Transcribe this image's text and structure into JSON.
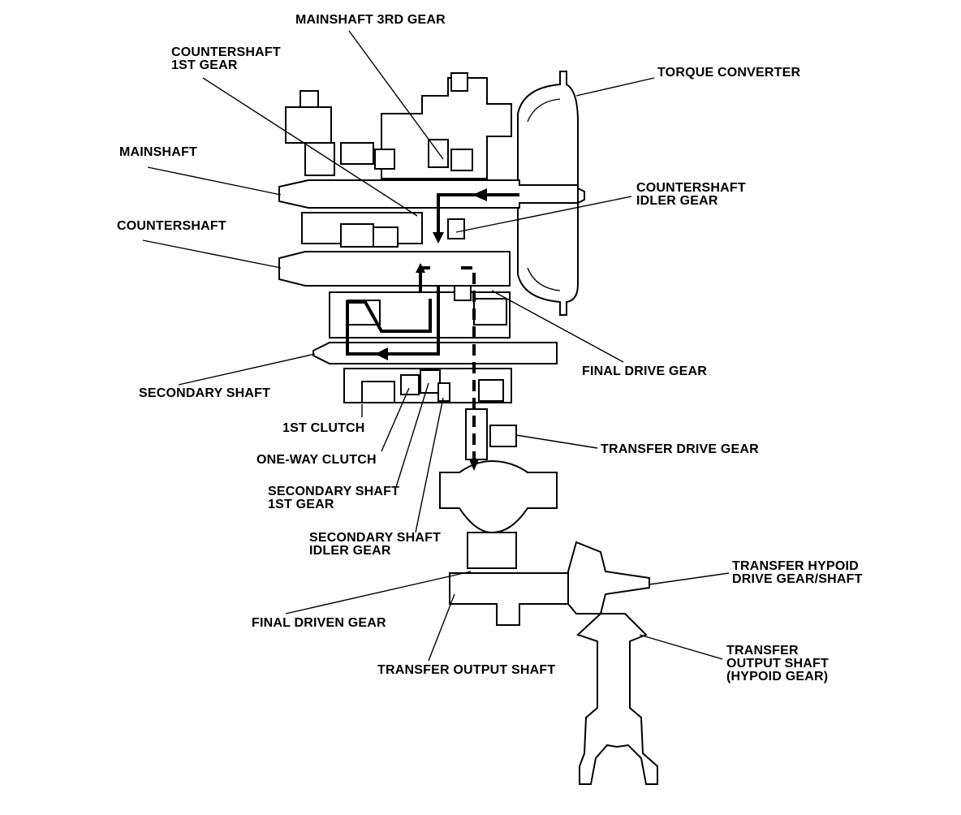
{
  "labels": {
    "mainshaft_3rd_gear": "MAINSHAFT 3RD GEAR",
    "countershaft_1st_gear_l1": "COUNTERSHAFT",
    "countershaft_1st_gear_l2": "1ST GEAR",
    "torque_converter": "TORQUE CONVERTER",
    "mainshaft": "MAINSHAFT",
    "countershaft_idler_gear_l1": "COUNTERSHAFT",
    "countershaft_idler_gear_l2": "IDLER GEAR",
    "countershaft": "COUNTERSHAFT",
    "final_drive_gear": "FINAL DRIVE GEAR",
    "secondary_shaft": "SECONDARY SHAFT",
    "first_clutch": "1ST CLUTCH",
    "transfer_drive_gear": "TRANSFER DRIVE GEAR",
    "one_way_clutch": "ONE-WAY CLUTCH",
    "secondary_shaft_1st_gear_l1": "SECONDARY SHAFT",
    "secondary_shaft_1st_gear_l2": "1ST GEAR",
    "secondary_shaft_idler_gear_l1": "SECONDARY SHAFT",
    "secondary_shaft_idler_gear_l2": "IDLER GEAR",
    "transfer_hypoid_drive_l1": "TRANSFER HYPOID",
    "transfer_hypoid_drive_l2": "DRIVE GEAR/SHAFT",
    "final_driven_gear": "FINAL DRIVEN GEAR",
    "transfer_output_shaft_left": "TRANSFER OUTPUT SHAFT",
    "transfer_output_hypoid_l1": "TRANSFER",
    "transfer_output_hypoid_l2": "OUTPUT SHAFT",
    "transfer_output_hypoid_l3": "(HYPOID GEAR)"
  },
  "colors": {
    "ink": "#000000",
    "paper": "#ffffff"
  }
}
